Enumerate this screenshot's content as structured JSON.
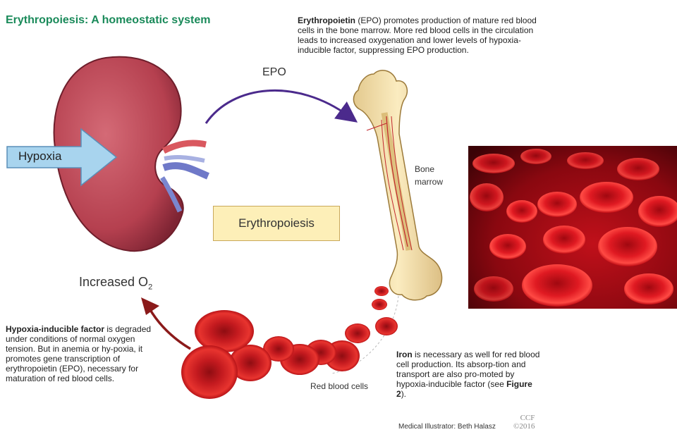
{
  "title": "Erythropoiesis: A homeostatic system",
  "epo_note": {
    "bold": "Erythropoietin",
    "text": " (EPO) promotes production of mature red blood cells in the bone marrow. More red blood cells in the circulation leads to increased oxygenation and lower levels of hypoxia-inducible factor, suppressing EPO production."
  },
  "labels": {
    "epo": "EPO",
    "bone_marrow_line1": "Bone",
    "bone_marrow_line2": "marrow",
    "hypoxia": "Hypoxia",
    "erythropoiesis": "Erythropoiesis",
    "increased_o2": "Increased O",
    "o2_subscript": "2",
    "red_blood_cells": "Red blood cells"
  },
  "hif_note": {
    "bold": "Hypoxia-inducible factor",
    "text": " is degraded under conditions of normal oxygen tension. But in anemia or hy-poxia, it promotes gene transcription of erythropoietin (EPO), necessary for maturation of red blood cells."
  },
  "iron_note": {
    "bold": "Iron",
    "text": " is necessary as well for red blood cell production. Its absorp-tion and transport are also pro-moted by hypoxia-inducible factor (see ",
    "figure_ref": "Figure 2",
    "suffix": ")."
  },
  "credit": "Medical Illustrator: Beth Halasz",
  "ccf_logo": "CCF",
  "ccf_year": "©2016",
  "colors": {
    "title_green": "#1a8a5a",
    "kidney": "#b5404f",
    "epo_arrow": "#4b2a8c",
    "o2_arrow": "#8b1a1a",
    "hypoxia_arrow": "#a8d4ee",
    "box_fill": "#fdefb8"
  }
}
